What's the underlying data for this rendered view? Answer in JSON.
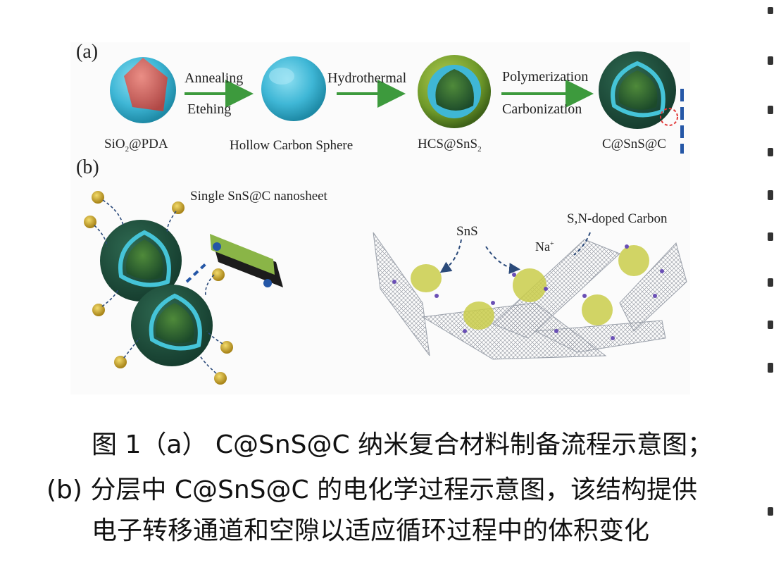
{
  "figure": {
    "panel_a": {
      "label": "(a)",
      "stages": [
        {
          "name": "SiO2@PDA",
          "text_main": "SiO",
          "text_sub": "2",
          "text_rest": "@PDA"
        },
        {
          "name": "Hollow Carbon Sphere",
          "text_main": "Hollow Carbon Sphere"
        },
        {
          "name": "HCS@SnS2",
          "text_main": "HCS@SnS",
          "text_sub": "2",
          "text_rest": ""
        },
        {
          "name": "C@SnS@C",
          "text_main": "C@SnS@C"
        }
      ],
      "arrows": [
        {
          "top": "Annealing",
          "bottom": "Eteh­ing"
        },
        {
          "top": "Hydrothermal",
          "bottom": ""
        },
        {
          "top": "Polymerization",
          "bottom": "Carbonization"
        }
      ]
    },
    "panel_b": {
      "label": "(b)",
      "sheet_label": "Single SnS@C nanosheet",
      "sns_label": "SnS",
      "na_label": "Na",
      "na_sup": "+",
      "carbon_label": "S,N-doped Carbon"
    }
  },
  "caption": {
    "line1": "图 1（a） C@SnS@C 纳米复合材料制备流程示意图；",
    "line2": "(b) 分层中 C@SnS@C 的电化学过程示意图，该结构提供",
    "line3": "电子转移通道和空隙以适应循环过程中的体积变化"
  },
  "colors": {
    "cyan": "#3fb7d6",
    "dark_cyan": "#1e8aa6",
    "salmon": "#d9625a",
    "green_dark": "#1f5a44",
    "green_shell": "#6f9a2a",
    "arrow_green": "#3d9a3d",
    "sodium": "#c9a421"
  }
}
